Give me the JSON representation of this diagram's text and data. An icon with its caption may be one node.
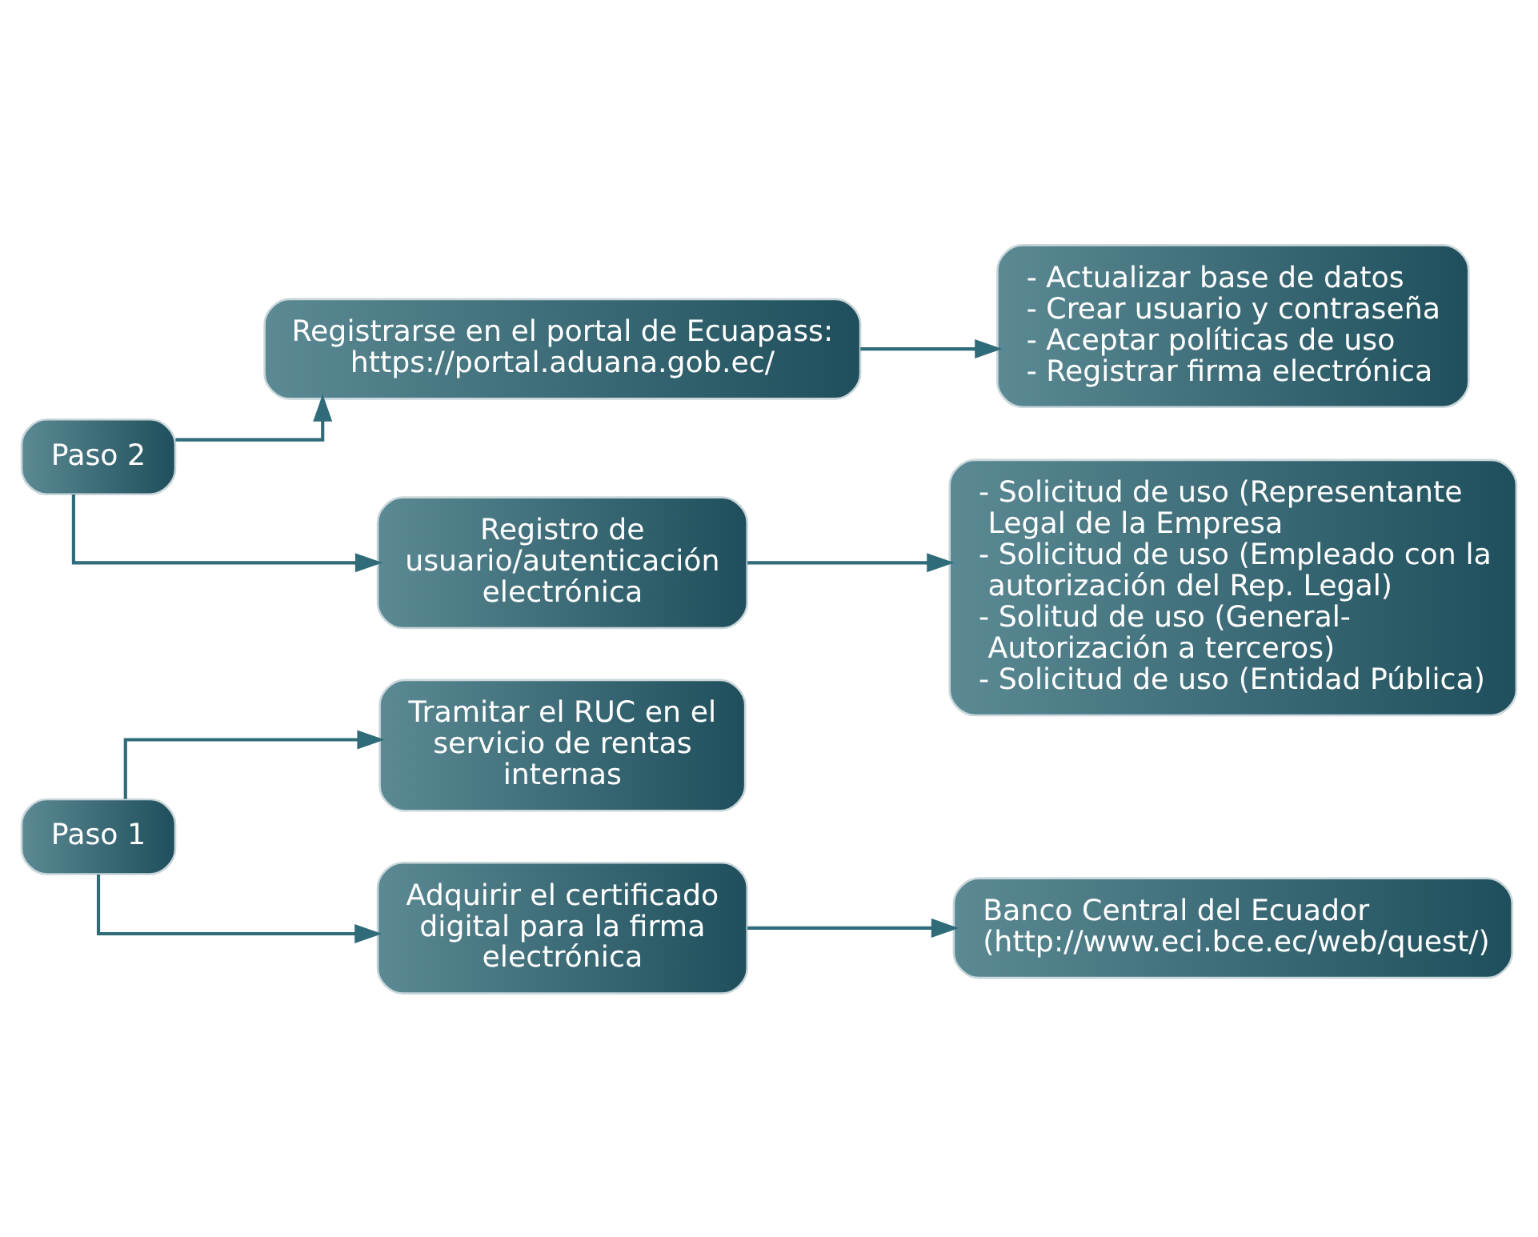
{
  "diagram": {
    "nodes": [
      {
        "text": [
          "Paso 1"
        ]
      },
      {
        "text": [
          "Tramitar el RUC en el servicio de rentas internas"
        ]
      },
      {
        "text": [
          "Adquirir el certificado digital para la firma electrónica"
        ]
      },
      {
        "text": [
          "Banco Central del Ecuador",
          "(http://www.eci.bce.ec/web/quest/)"
        ]
      },
      {
        "text": [
          "Paso 2"
        ]
      },
      {
        "text": [
          "Registrarse en el portal de Ecuapass:",
          "https://portal.aduana.gob.ec/"
        ]
      },
      {
        "text": [
          "- Actualizar base de datos",
          "- Crear usuario y contraseña",
          "- Aceptar políticas de uso",
          "- Registrar firma electrónica"
        ]
      },
      {
        "text": [
          "Registro de usuario/autenticación electrónica"
        ]
      },
      {
        "text": [
          "- Solicitud de uso (Representante Legal de la Empresa",
          "- Solicitud de uso (Empleado con la autorización del Rep. Legal)",
          "- Solitud de uso (General-Autorización a terceros)",
          "- Solicitud de uso (Entidad Pública)"
        ]
      }
    ],
    "edges": [
      {
        "from": 0,
        "to": 1,
        "arrow": "to"
      },
      {
        "from": 0,
        "to": 2,
        "arrow": "to"
      },
      {
        "from": 2,
        "to": 3,
        "arrow": "to"
      },
      {
        "from": 4,
        "to": 5,
        "arrow": "to"
      },
      {
        "from": 4,
        "to": 7,
        "arrow": "to"
      },
      {
        "from": 5,
        "to": 6,
        "arrow": "to"
      },
      {
        "from": 7,
        "to": 8,
        "arrow": "to"
      }
    ]
  }
}
